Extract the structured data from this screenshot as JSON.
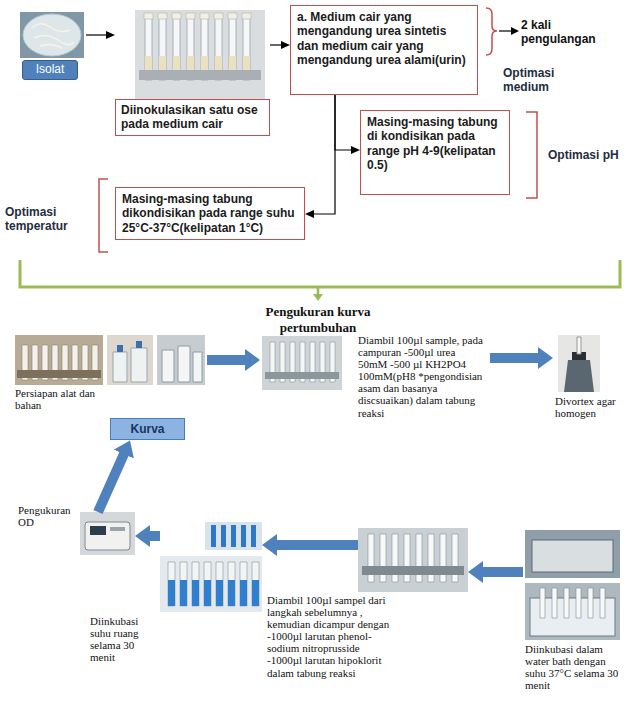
{
  "diagram": {
    "nodes": [
      {
        "text": [
          "Isolat"
        ]
      },
      {
        "text": [
          "Diinokulasikan satu ose pada medium cair"
        ]
      },
      {
        "text": [
          "a. Medium cair yang mengandung urea sintetis dan medium cair yang mengandung urea alami(urin)"
        ]
      },
      {
        "text": [
          "Masing-masing tabung di kondisikan pada range pH 4-9(kelipatan 0.5)"
        ]
      },
      {
        "text": [
          "Masing-masing tabung dikondisikan pada range suhu 25°C-37°C(kelipatan 1°C)"
        ]
      },
      {
        "text": [
          "Persiapan alat dan bahan"
        ]
      },
      {
        "text": [
          "Diambil 100µl sample, pada campuran -500µl urea 50mM -500 µl KH2PO4 100mM(pH8 *pengondisian asam dan basanya discsuaikan) dalam tabung reaksi"
        ]
      },
      {
        "text": [
          "Divortex agar homogen"
        ]
      },
      {
        "text": [
          "Diinkubasi dalam water bath dengan suhu 37°C selama 30 menit"
        ]
      },
      {
        "text": [
          "Diambil 100µl sampel dari langkah sebelumnya , kemudian dicampur dengan -1000µl larutan phenol-sodium nitroprusside -1000µl larutan hipoklorit dalam tabung reaksi"
        ]
      },
      {
        "text": [
          "Diinkubasi suhu ruang selama 30 menit"
        ]
      },
      {
        "text": [
          "Pengukuran OD"
        ]
      },
      {
        "text": [
          "Kurva"
        ]
      }
    ],
    "edges": [
      {
        "from": 0,
        "to": 1,
        "arrow": "to"
      },
      {
        "from": 1,
        "to": 2,
        "arrow": "to"
      },
      {
        "from": 2,
        "to": 3,
        "arrow": "to"
      },
      {
        "from": 2,
        "to": 4,
        "arrow": "to"
      },
      {
        "from": 5,
        "to": 6,
        "arrow": "to"
      },
      {
        "from": 6,
        "to": 7,
        "arrow": "to"
      },
      {
        "from": 8,
        "to": 9,
        "arrow": "to"
      },
      {
        "from": 9,
        "to": 10,
        "arrow": "to"
      },
      {
        "from": 10,
        "to": 11,
        "arrow": "to"
      },
      {
        "from": 11,
        "to": 12,
        "arrow": "to"
      }
    ],
    "labels": [
      "2 kali pengulangan",
      "Optimasi medium",
      "Optimasi pH",
      "Optimasi temperatur",
      "Pengukuran kurva pertumbuhan"
    ]
  }
}
